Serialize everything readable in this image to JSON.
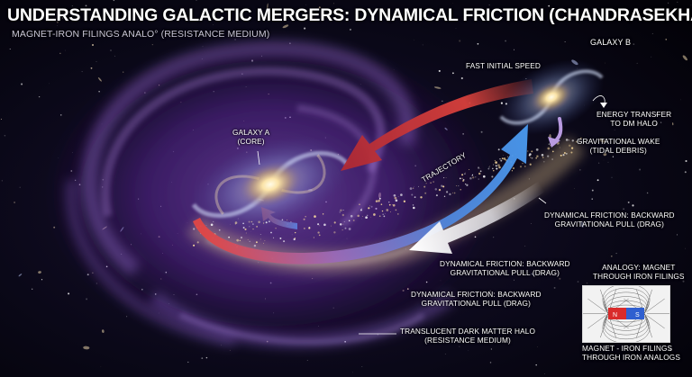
{
  "title": "UNDERSTANDING GALACTIC MERGERS: DYNAMICAL FRICTION (CHANDRASEKHAR FRICTION)",
  "subtitle": "MAGNET-IRON FILINGS ANALO° (RESISTANCE MEDIUM)",
  "labels": {
    "galaxy_a": "GALAXY A\n(CORE)",
    "galaxy_b": "GALAXY B",
    "fast_initial_speed": "FAST INITIAL SPEED",
    "energy_transfer": "ENERGY TRANSFER\nTO DM HALO",
    "gravitational_wake": "GRAVITATIONAL WAKE\n(TIDAL DEBRIS)",
    "trajectory": "TRAJECTORY",
    "friction_1": "DYNAMICAL FRICTION: BACKWARD\nGRAVITATIONAL PULL (DRAG)",
    "friction_2": "DYNAMICAL FRICTION: BACKWARD\nGRAVITATIONAL PULL (DRAG)",
    "friction_3": "DYNAMICAL FRICTION: BACKWARD\nGRAVITATIONAL PULL (DRAG)",
    "dm_halo": "TRANSLUCENT DARK MATTER HALO\n(RESISTANCE MEDIUM)",
    "analogy": "ANALOGY: MAGNET\nTHROUGH IRON FILINGS",
    "inset_caption": "MAGNET - IRON FILINGS\nTHROUGH IRON ANALOGS",
    "magnet_north": "N",
    "magnet_south": "S"
  },
  "colors": {
    "halo": "#7a3fc0",
    "incoming_arrow": "#d83a3a",
    "trajectory_arrow": "#4a86e0",
    "drag_arrow": "#ffffff",
    "magnet_red": "#d92b2b",
    "magnet_blue": "#2f5fd0"
  },
  "icons": {
    "galaxy_a": "spiral-galaxy",
    "galaxy_b": "spiral-galaxy",
    "magnet": "bar-magnet",
    "filings": "iron-filings-field-lines"
  }
}
